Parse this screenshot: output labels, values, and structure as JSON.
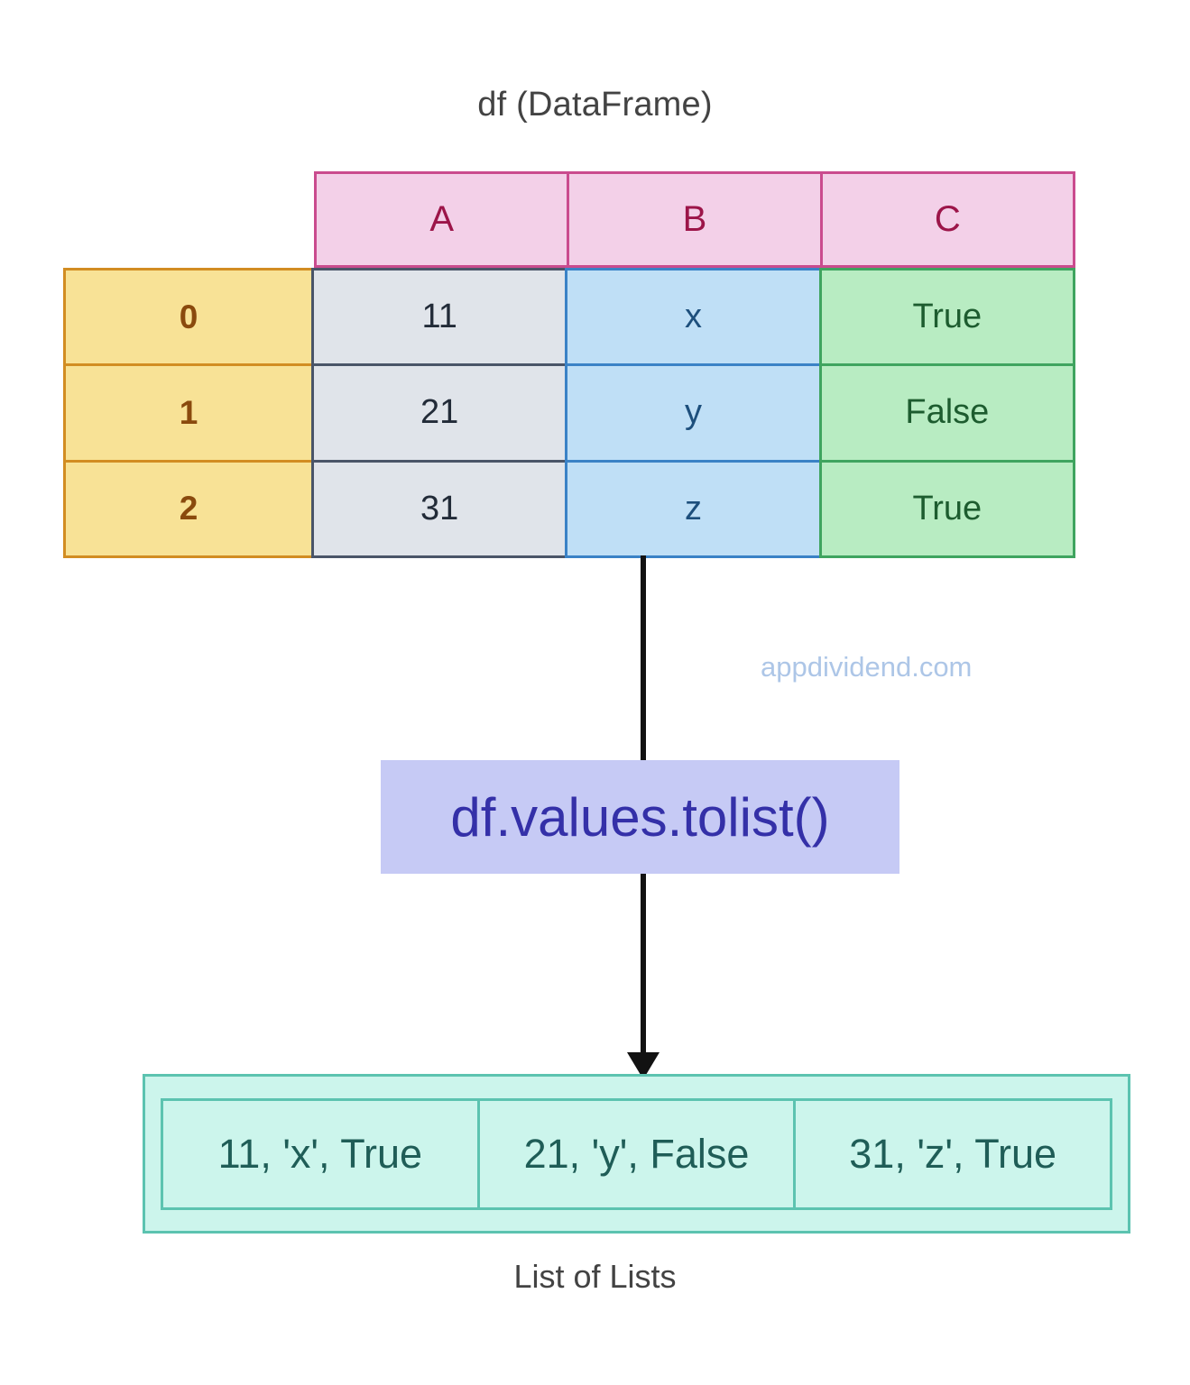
{
  "diagram": {
    "title": "df (DataFrame)",
    "watermark": "appdividend.com",
    "operation_label": "df.values.tolist()",
    "result_caption": "List of Lists"
  },
  "dataframe": {
    "columns": [
      "A",
      "B",
      "C"
    ],
    "index": [
      "0",
      "1",
      "2"
    ],
    "rows": [
      {
        "index": "0",
        "A": "11",
        "B": "x",
        "C": "True"
      },
      {
        "index": "1",
        "A": "21",
        "B": "y",
        "C": "False"
      },
      {
        "index": "2",
        "A": "31",
        "B": "z",
        "C": "True"
      }
    ]
  },
  "result": {
    "items": [
      "11, 'x', True",
      "21, 'y', False",
      "31, 'z', True"
    ]
  },
  "colors": {
    "header_fill": "#f3d0e8",
    "header_border": "#ca4b8e",
    "header_text": "#9c1549",
    "index_fill": "#f8e296",
    "index_border": "#d28d22",
    "index_text": "#8a4a0d",
    "col_a_fill": "#e0e4ea",
    "col_a_border": "#4a5568",
    "col_b_fill": "#bfdff6",
    "col_b_border": "#3a82c6",
    "col_c_fill": "#b8ecc2",
    "col_c_border": "#3fa45f",
    "op_fill": "#c6caf5",
    "op_text": "#3430a8",
    "list_fill": "#ccf5ec",
    "list_border": "#5cc3b0",
    "list_text": "#1f5d57",
    "arrow": "#121212",
    "watermark": "#adc6e7",
    "caption_text": "#434343"
  }
}
